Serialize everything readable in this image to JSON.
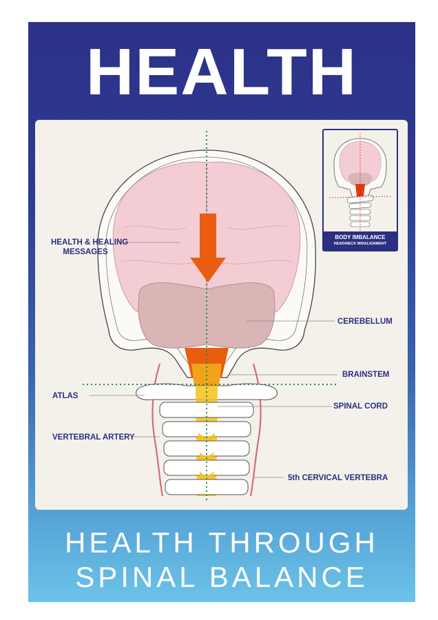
{
  "poster": {
    "title": "HEALTH",
    "footer_line1": "HEALTH THROUGH",
    "footer_line2": "SPINAL BALANCE"
  },
  "labels": {
    "messages_line1": "HEALTH & HEALING",
    "messages_line2": "MESSAGES",
    "cerebellum": "CEREBELLUM",
    "brainstem": "BRAINSTEM",
    "atlas": "ATLAS",
    "spinal_cord": "SPINAL CORD",
    "vertebral_artery": "VERTEBRAL ARTERY",
    "cervical_vertebra": "5th CERVICAL VERTEBRA"
  },
  "inset": {
    "caption_line1": "BODY IMBALANCE",
    "caption_line2": "HEAD/NECK MISALIGNMENT"
  },
  "colors": {
    "navy": "#2c3187",
    "sky": "#6cc3e8",
    "panel": "#f3f1ea",
    "brain": "#f4cdd4",
    "cerebellum": "#d9b5b6",
    "arrow": "#e85d10",
    "spinal_cord": "#f5c21a",
    "guide_line": "#2f8a3a"
  }
}
